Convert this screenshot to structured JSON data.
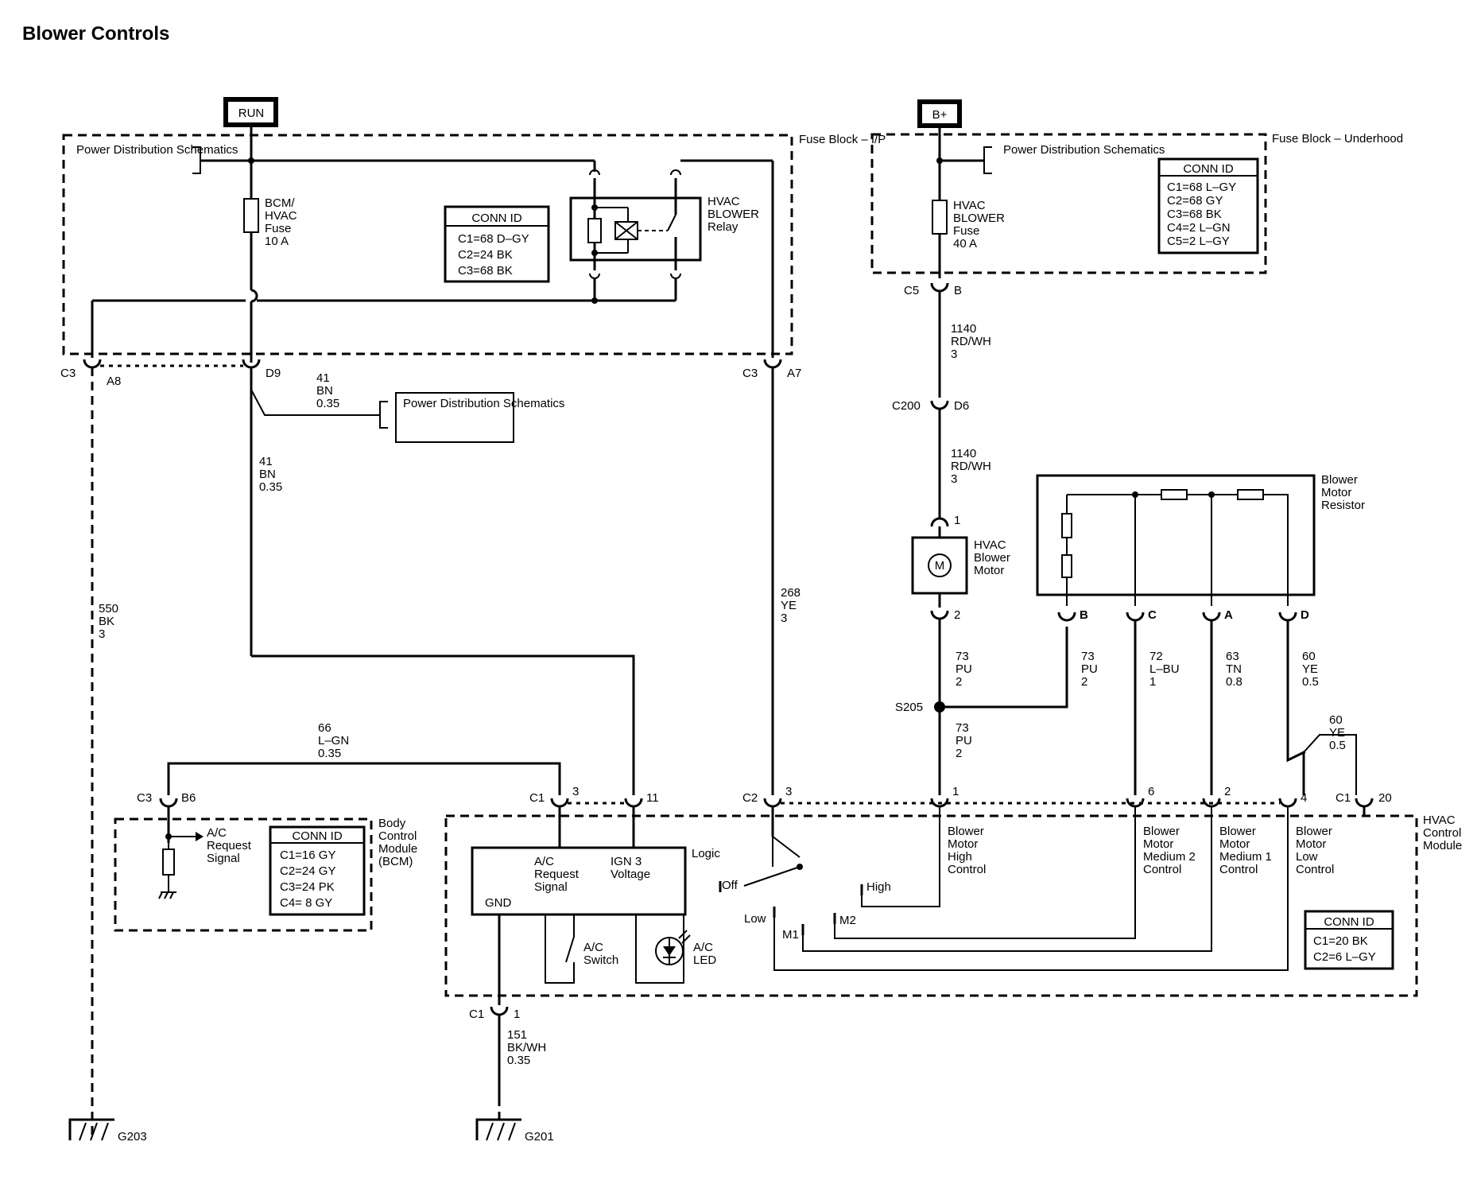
{
  "title": "Blower Controls",
  "sources": {
    "run": "RUN",
    "bplus": "B+"
  },
  "power_dist": "Power Distribution Schematics",
  "fuse_block_ip": "Fuse Block – I/P",
  "fuse_block_uh": "Fuse Block – Underhood",
  "fuse_bcm": [
    "BCM/",
    "HVAC",
    "Fuse",
    "10 A"
  ],
  "fuse_blower": [
    "HVAC",
    "BLOWER",
    "Fuse",
    "40 A"
  ],
  "relay": [
    "HVAC",
    "BLOWER",
    "Relay"
  ],
  "conn_title": "CONN ID",
  "conn_ip": [
    "C1=68 D–GY",
    "C2=24 BK",
    "C3=68 BK"
  ],
  "conn_uh": [
    "C1=68 L–GY",
    "C2=68 GY",
    "C3=68 BK",
    "C4=2 L–GN",
    "C5=2 L–GY"
  ],
  "conn_bcm": [
    "C1=16 GY",
    "C2=24 GY",
    "C3=24 PK",
    "C4= 8 GY"
  ],
  "conn_hvac": [
    "C1=20 BK",
    "C2=6 L–GY"
  ],
  "connectors": {
    "c3_a8": [
      "C3",
      "A8"
    ],
    "d9": "D9",
    "c3_a7": [
      "C3",
      "A7"
    ],
    "c5_b": [
      "C5",
      "B"
    ],
    "c200_d6": [
      "C200",
      "D6"
    ],
    "motor_1": "1",
    "motor_2": "2",
    "res_b": "B",
    "res_c": "C",
    "res_a": "A",
    "res_d": "D",
    "c3_b6": [
      "C3",
      "B6"
    ],
    "c1_3": [
      "C1",
      "3"
    ],
    "c1_11": "11",
    "c2_3": [
      "C2",
      "3"
    ],
    "c2_1": "1",
    "c2_6": "6",
    "c2_2": "2",
    "c2_4": "4",
    "c1_20": [
      "C1",
      "20"
    ],
    "c1_1": [
      "C1",
      "1"
    ]
  },
  "wires": {
    "w41_top": [
      "41",
      "BN",
      "0.35"
    ],
    "w41_mid": [
      "41",
      "BN",
      "0.35"
    ],
    "w550": [
      "550",
      "BK",
      "3"
    ],
    "w268": [
      "268",
      "YE",
      "3"
    ],
    "w1140_a": [
      "1140",
      "RD/WH",
      "3"
    ],
    "w1140_b": [
      "1140",
      "RD/WH",
      "3"
    ],
    "w73_a": [
      "73",
      "PU",
      "2"
    ],
    "w73_b": [
      "73",
      "PU",
      "2"
    ],
    "w73_c": [
      "73",
      "PU",
      "2"
    ],
    "w72": [
      "72",
      "L–BU",
      "1"
    ],
    "w63": [
      "63",
      "TN",
      "0.8"
    ],
    "w60_a": [
      "60",
      "YE",
      "0.5"
    ],
    "w60_b": [
      "60",
      "YE",
      "0.5"
    ],
    "w66": [
      "66",
      "L–GN",
      "0.35"
    ],
    "w151": [
      "151",
      "BK/WH",
      "0.35"
    ]
  },
  "splice": "S205",
  "motor": {
    "glyph": "M",
    "label": [
      "HVAC",
      "Blower",
      "Motor"
    ]
  },
  "resistor": [
    "Blower",
    "Motor",
    "Resistor"
  ],
  "bcm": {
    "label": [
      "Body",
      "Control",
      "Module",
      "(BCM)"
    ],
    "signal": [
      "A/C",
      "Request",
      "Signal"
    ]
  },
  "hvac": {
    "label": [
      "HVAC",
      "Control",
      "Module"
    ],
    "logic": "Logic",
    "ac_req": [
      "A/C",
      "Request",
      "Signal"
    ],
    "ign3": [
      "IGN 3",
      "Voltage"
    ],
    "gnd": "GND",
    "ac_switch": [
      "A/C",
      "Switch"
    ],
    "ac_led": [
      "A/C",
      "LED"
    ],
    "sw_off": "Off",
    "sw_low": "Low",
    "sw_m1": "M1",
    "sw_m2": "M2",
    "sw_high": "High",
    "ctrl_high": [
      "Blower",
      "Motor",
      "High",
      "Control"
    ],
    "ctrl_m2": [
      "Blower",
      "Motor",
      "Medium 2",
      "Control"
    ],
    "ctrl_m1": [
      "Blower",
      "Motor",
      "Medium 1",
      "Control"
    ],
    "ctrl_low": [
      "Blower",
      "Motor",
      "Low",
      "Control"
    ]
  },
  "grounds": {
    "g203": "G203",
    "g201": "G201"
  }
}
